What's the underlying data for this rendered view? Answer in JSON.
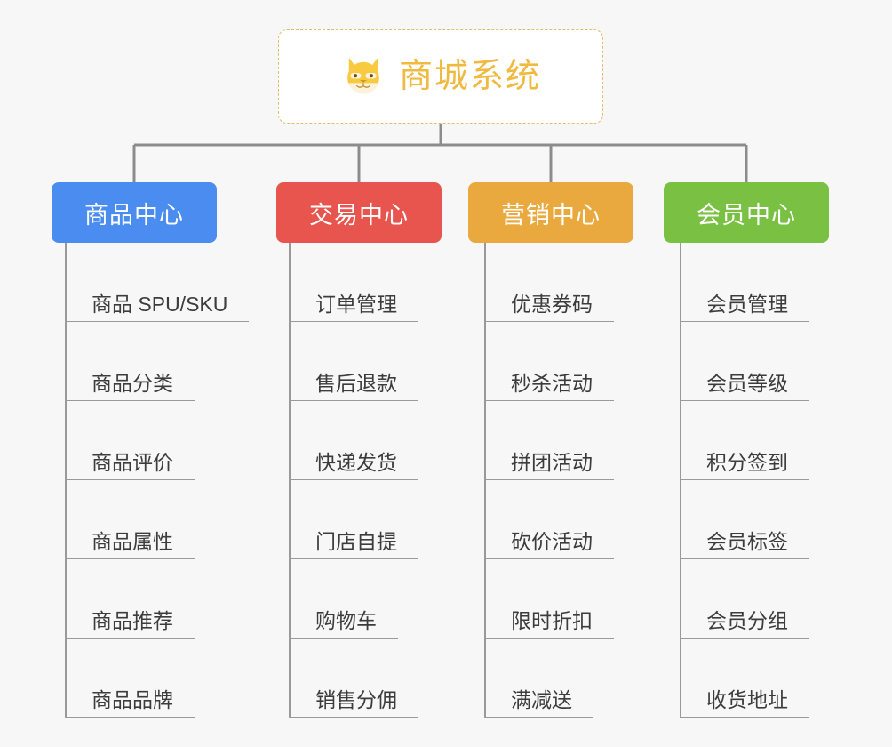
{
  "page": {
    "background_color": "#f7f7f7",
    "line_color": "#999999",
    "leaf_text_color": "#3c3c3c"
  },
  "root": {
    "title": "商城系统",
    "icon": "dog-face-emoji",
    "text_color": "#f0b93f",
    "border_color": "#e8b96a",
    "background_color": "#ffffff"
  },
  "categories": [
    {
      "label": "商品中心",
      "color": "#4a8cf0",
      "items": [
        {
          "label": "商品 SPU/SKU"
        },
        {
          "label": "商品分类"
        },
        {
          "label": "商品评价"
        },
        {
          "label": "商品属性"
        },
        {
          "label": "商品推荐"
        },
        {
          "label": "商品品牌"
        }
      ]
    },
    {
      "label": "交易中心",
      "color": "#e8554e",
      "items": [
        {
          "label": "订单管理"
        },
        {
          "label": "售后退款"
        },
        {
          "label": "快递发货"
        },
        {
          "label": "门店自提"
        },
        {
          "label": "购物车"
        },
        {
          "label": "销售分佣"
        }
      ]
    },
    {
      "label": "营销中心",
      "color": "#eaa93e",
      "items": [
        {
          "label": "优惠券码"
        },
        {
          "label": "秒杀活动"
        },
        {
          "label": "拼团活动"
        },
        {
          "label": "砍价活动"
        },
        {
          "label": "限时折扣"
        },
        {
          "label": "满减送"
        }
      ]
    },
    {
      "label": "会员中心",
      "color": "#79c043",
      "items": [
        {
          "label": "会员管理"
        },
        {
          "label": "会员等级"
        },
        {
          "label": "积分签到"
        },
        {
          "label": "会员标签"
        },
        {
          "label": "会员分组"
        },
        {
          "label": "收货地址"
        }
      ]
    }
  ]
}
